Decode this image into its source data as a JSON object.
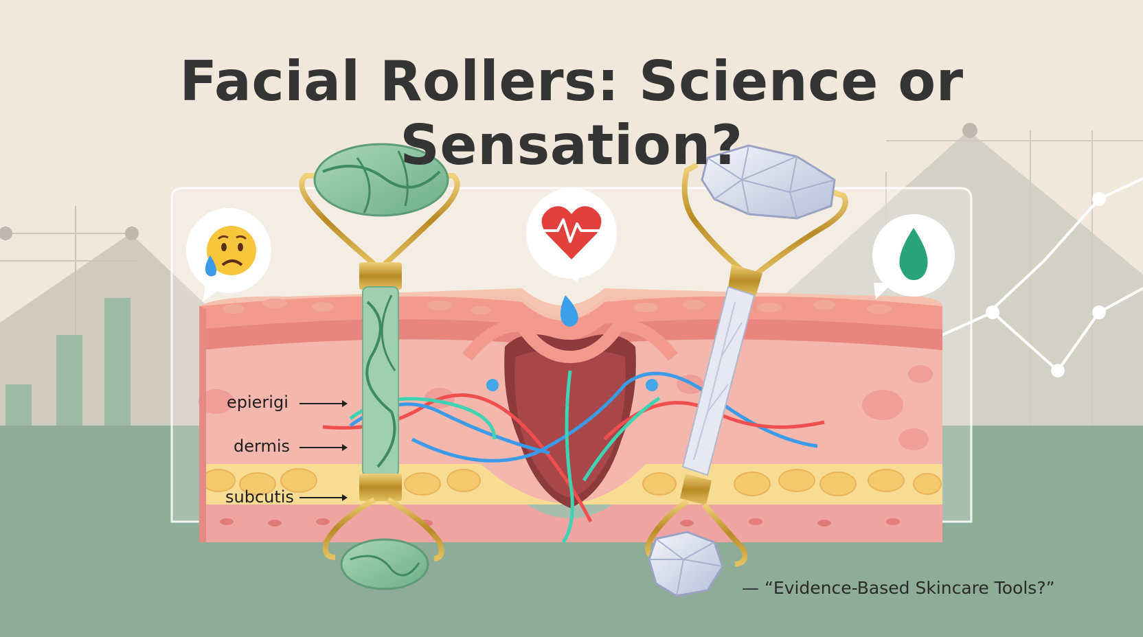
{
  "title": "Facial Rollers: Science or Sensation?",
  "labels": {
    "epidermis": "epierigi",
    "dermis": "dermis",
    "subcutis": "subcutis"
  },
  "caption": "— “Evidence-Based Skincare Tools?”",
  "icons": {
    "left_bubble": "sad-face-tear-icon",
    "center_bubble": "heartbeat-heart-icon",
    "right_bubble": "water-drop-icon"
  },
  "colors": {
    "background": "#f1e8dc",
    "floor": "#8fac98",
    "jade": "#8cc2a1",
    "quartz": "#dfe3f1",
    "gold": "#c9a33a",
    "skin": "#f3b4a5"
  }
}
